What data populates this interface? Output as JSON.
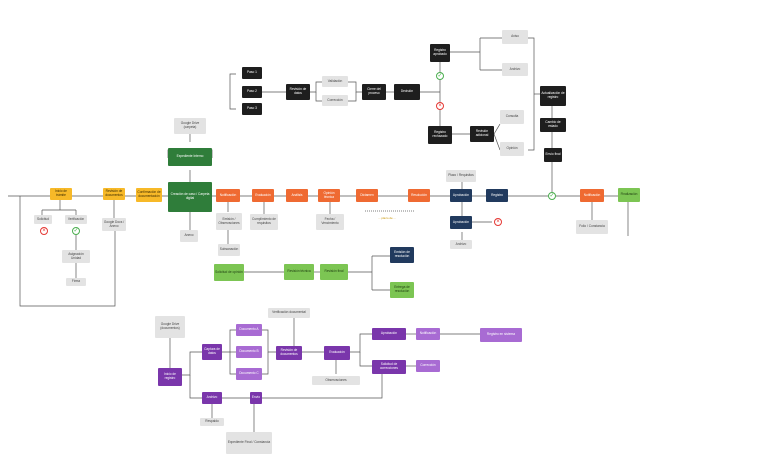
{
  "icons": {
    "ok": "✓",
    "no": "×"
  },
  "labels": {
    "range": "... plazo de ..."
  },
  "nodes": {
    "n1": "Inicio de trámite",
    "n2": "Solicitud",
    "n3": "Verificación",
    "n4": "Asignación Unidad",
    "n5": "Firma",
    "n6": "Revisión de documentos",
    "n7": "Google Docs / Anexo",
    "n8": "Confirmación de documentación",
    "n9": "Google Drive (carpeta)",
    "n10": "Expediente Interno",
    "n11": "Creación de caso / Carpeta digital",
    "n12": "Anexo",
    "n13": "Notificación",
    "n14": "Emisión / Observaciones",
    "n15": "Subsanación",
    "n16": "Evaluación",
    "n17": "Cumplimiento de requisitos",
    "n18": "Análisis",
    "n19": "Opinión técnica",
    "n20": "Fecha / Vencimiento",
    "n21": "Dictamen",
    "n22": "Resolución",
    "n23": "Plazo / Requisitos",
    "n24": "Aprobación",
    "n25": "Aprobación",
    "n26": "Archivo",
    "n27": "Registro",
    "n28": "Notificación",
    "n29": "Folio / Constancia",
    "n30": "Finalización",
    "n31": "Solicitud de opinión",
    "n32": "Revisión técnica",
    "n33": "Revisión final",
    "n34": "Emisión de resolución",
    "n35": "Entrega de resolución",
    "n36": "Paso 1",
    "n37": "Paso 2",
    "n38": "Paso 3",
    "n39": "Revisión de datos",
    "n40": "Validación",
    "n41": "Corrección",
    "n42": "Cierre del proceso",
    "n43": "Decisión",
    "n44": "Registro aprobado",
    "n45": "Registro rechazado",
    "n46": "Aviso",
    "n47": "Archivo",
    "n48": "Revisión adicional",
    "n49": "Consulta",
    "n50": "Opinión",
    "n51": "Actualización de registro",
    "n52": "Cambio de estado",
    "n53": "Envío final",
    "n54": "Google Drive (documentos)",
    "n55": "Inicio de registro",
    "n56": "Captura de datos",
    "n57": "Documento A",
    "n58": "Documento B",
    "n59": "Documento C",
    "n60": "Verificación documental",
    "n61": "Revisión de documentos",
    "n62": "Evaluación",
    "n63": "Observaciones",
    "n64": "Aprobación",
    "n65": "Notificación",
    "n66": "Registro en sistema",
    "n67": "Solicitud de correcciones",
    "n68": "Corrección",
    "n69": "Archivo",
    "n70": "Envío",
    "n71": "Respaldo",
    "n72": "Expediente Final / Constancia"
  }
}
